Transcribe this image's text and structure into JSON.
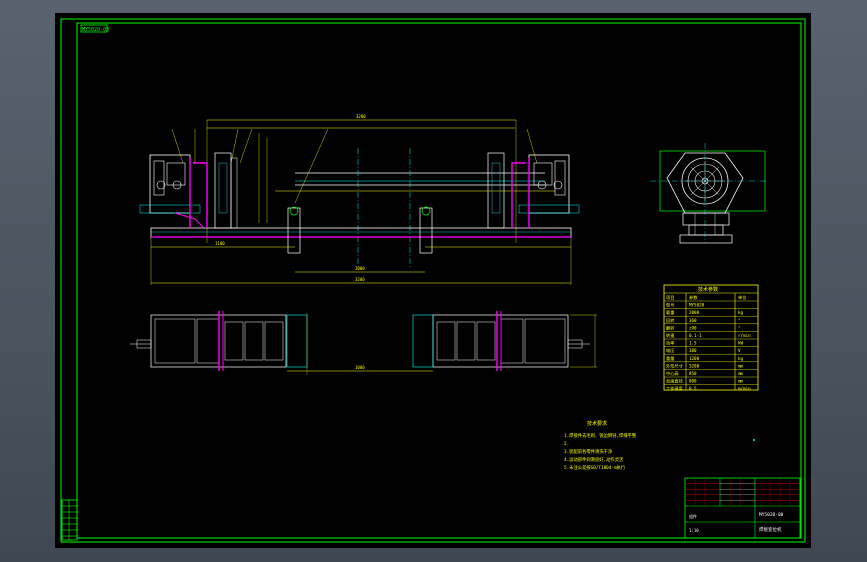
{
  "viewer": {
    "background_color": "#4a535e",
    "paper_color": "#000000"
  },
  "drawing": {
    "corner_tag": "MY5020-00",
    "notes_title": "技术要求",
    "notes": [
      "1.焊接件去毛刺、锐边倒钝,焊缝平整",
      "2.",
      "3.装配前各零件清洗干净",
      "4.运动部件润滑良好,动作灵活",
      "5.未注公差按GB/T1804-m执行"
    ],
    "spec_table": {
      "title": "技术参数",
      "headers": [
        "项目",
        "参数",
        "单位"
      ],
      "rows": [
        [
          "型号",
          "MY5020",
          ""
        ],
        [
          "载重",
          "2000",
          "kg"
        ],
        [
          "回转",
          "360",
          "°"
        ],
        [
          "翻转",
          "±90",
          "°"
        ],
        [
          "转速",
          "0.1-1",
          "r/min"
        ],
        [
          "功率",
          "1.5",
          "kW"
        ],
        [
          "电压",
          "380",
          "V"
        ],
        [
          "重量",
          "1200",
          "kg"
        ],
        [
          "外形尺寸",
          "3200",
          "mm"
        ],
        [
          "中心高",
          "850",
          "mm"
        ],
        [
          "台面直径",
          "800",
          "mm"
        ],
        [
          "工作速度",
          "0.5",
          "m/min"
        ]
      ]
    },
    "title_block": {
      "drawing_number": "MY5020-00",
      "name": "焊接变位机",
      "material": "组件",
      "scale": "1:10"
    },
    "colors": {
      "frame": "#00ff00",
      "part": "#ffffff",
      "dimension": "#ffff00",
      "center": "#00ffff",
      "highlight": "#ff00ff",
      "hidden": "#ff0000",
      "paper": "#000000"
    }
  }
}
